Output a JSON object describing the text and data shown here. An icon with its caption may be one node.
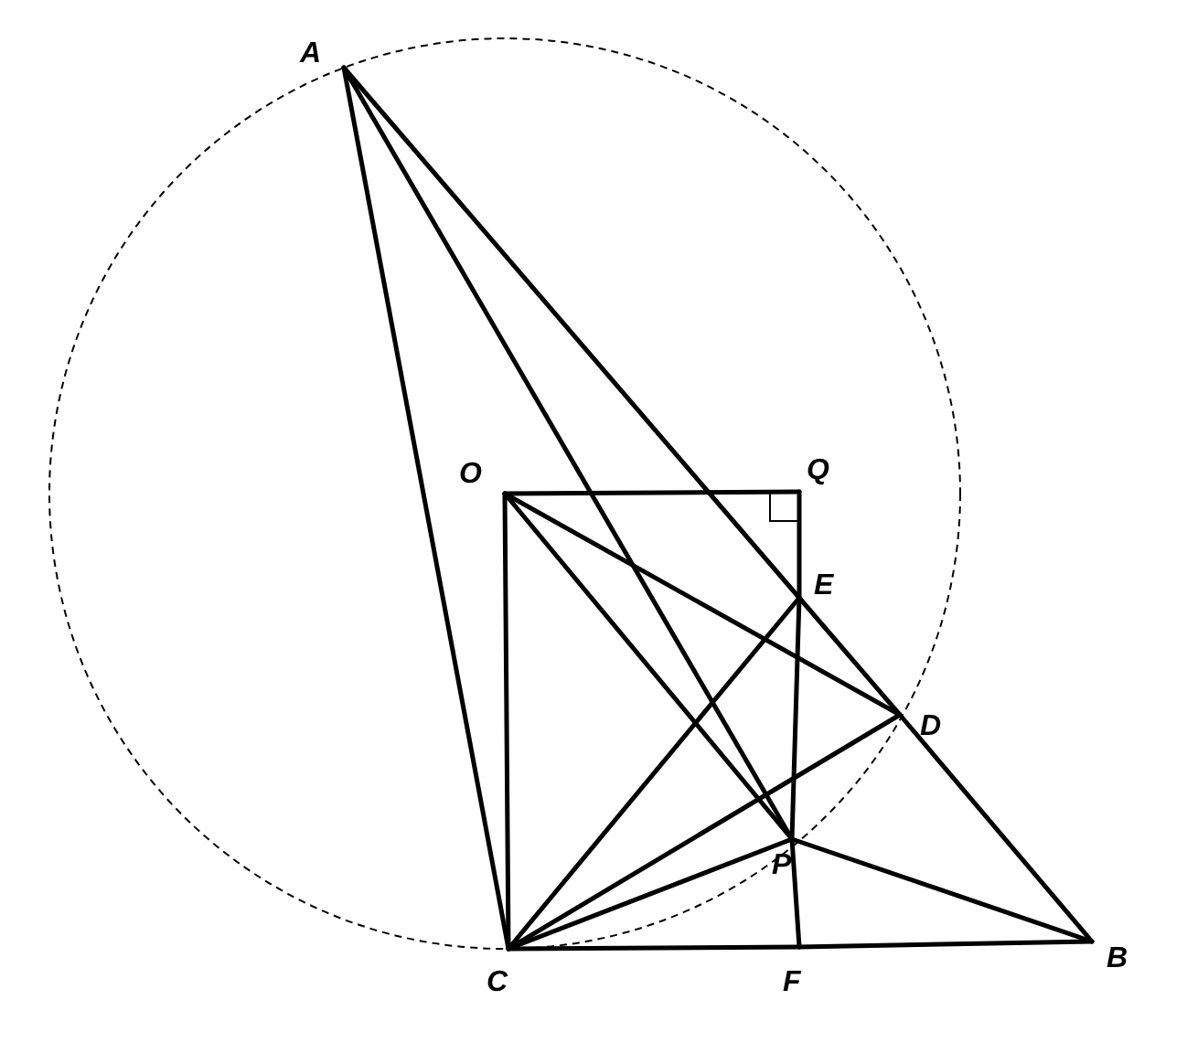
{
  "diagram": {
    "nodes": [
      {
        "text": [
          "A"
        ]
      },
      {
        "text": [
          "O"
        ]
      },
      {
        "text": [
          "Q"
        ]
      },
      {
        "text": [
          "E"
        ]
      },
      {
        "text": [
          "D"
        ]
      },
      {
        "text": [
          "P"
        ]
      },
      {
        "text": [
          "C"
        ]
      },
      {
        "text": [
          "F"
        ]
      },
      {
        "text": [
          "B"
        ]
      }
    ],
    "edges": [
      {
        "from": 0,
        "to": 6,
        "arrow": "none"
      },
      {
        "from": 0,
        "to": 3,
        "arrow": "none"
      },
      {
        "from": 3,
        "to": 4,
        "arrow": "none"
      },
      {
        "from": 4,
        "to": 8,
        "arrow": "none"
      },
      {
        "from": 0,
        "to": 5,
        "arrow": "none"
      },
      {
        "from": 1,
        "to": 2,
        "arrow": "none"
      },
      {
        "from": 2,
        "to": 3,
        "arrow": "none"
      },
      {
        "from": 3,
        "to": 5,
        "arrow": "none"
      },
      {
        "from": 5,
        "to": 7,
        "arrow": "none"
      },
      {
        "from": 1,
        "to": 6,
        "arrow": "none"
      },
      {
        "from": 1,
        "to": 4,
        "arrow": "none"
      },
      {
        "from": 1,
        "to": 5,
        "arrow": "none"
      },
      {
        "from": 6,
        "to": 3,
        "arrow": "none"
      },
      {
        "from": 6,
        "to": 4,
        "arrow": "none"
      },
      {
        "from": 6,
        "to": 5,
        "arrow": "none"
      },
      {
        "from": 6,
        "to": 7,
        "arrow": "none"
      },
      {
        "from": 7,
        "to": 8,
        "arrow": "none"
      },
      {
        "from": 5,
        "to": 8,
        "arrow": "none"
      }
    ]
  }
}
